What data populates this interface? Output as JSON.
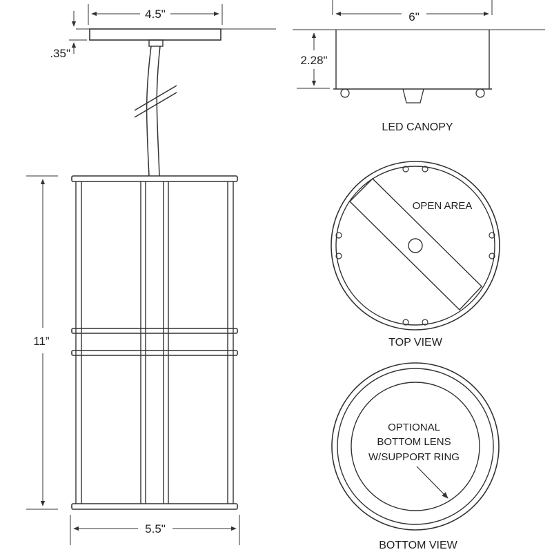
{
  "dimensions": {
    "canopy_plate_width": "4.5\"",
    "canopy_plate_thickness": ".35\"",
    "led_canopy_width": "6\"",
    "led_canopy_height": "2.28\"",
    "fixture_height": "11”",
    "fixture_width": "5.5\""
  },
  "captions": {
    "led_canopy": "LED CANOPY",
    "top_view": "TOP  VIEW",
    "bottom_view": "BOTTOM VIEW"
  },
  "notes": {
    "open_area": "OPEN AREA",
    "lens_line1": "OPTIONAL",
    "lens_line2": "BOTTOM LENS",
    "lens_line3": "W/SUPPORT RING"
  },
  "colors": {
    "line": "#333333",
    "background": "#ffffff"
  }
}
